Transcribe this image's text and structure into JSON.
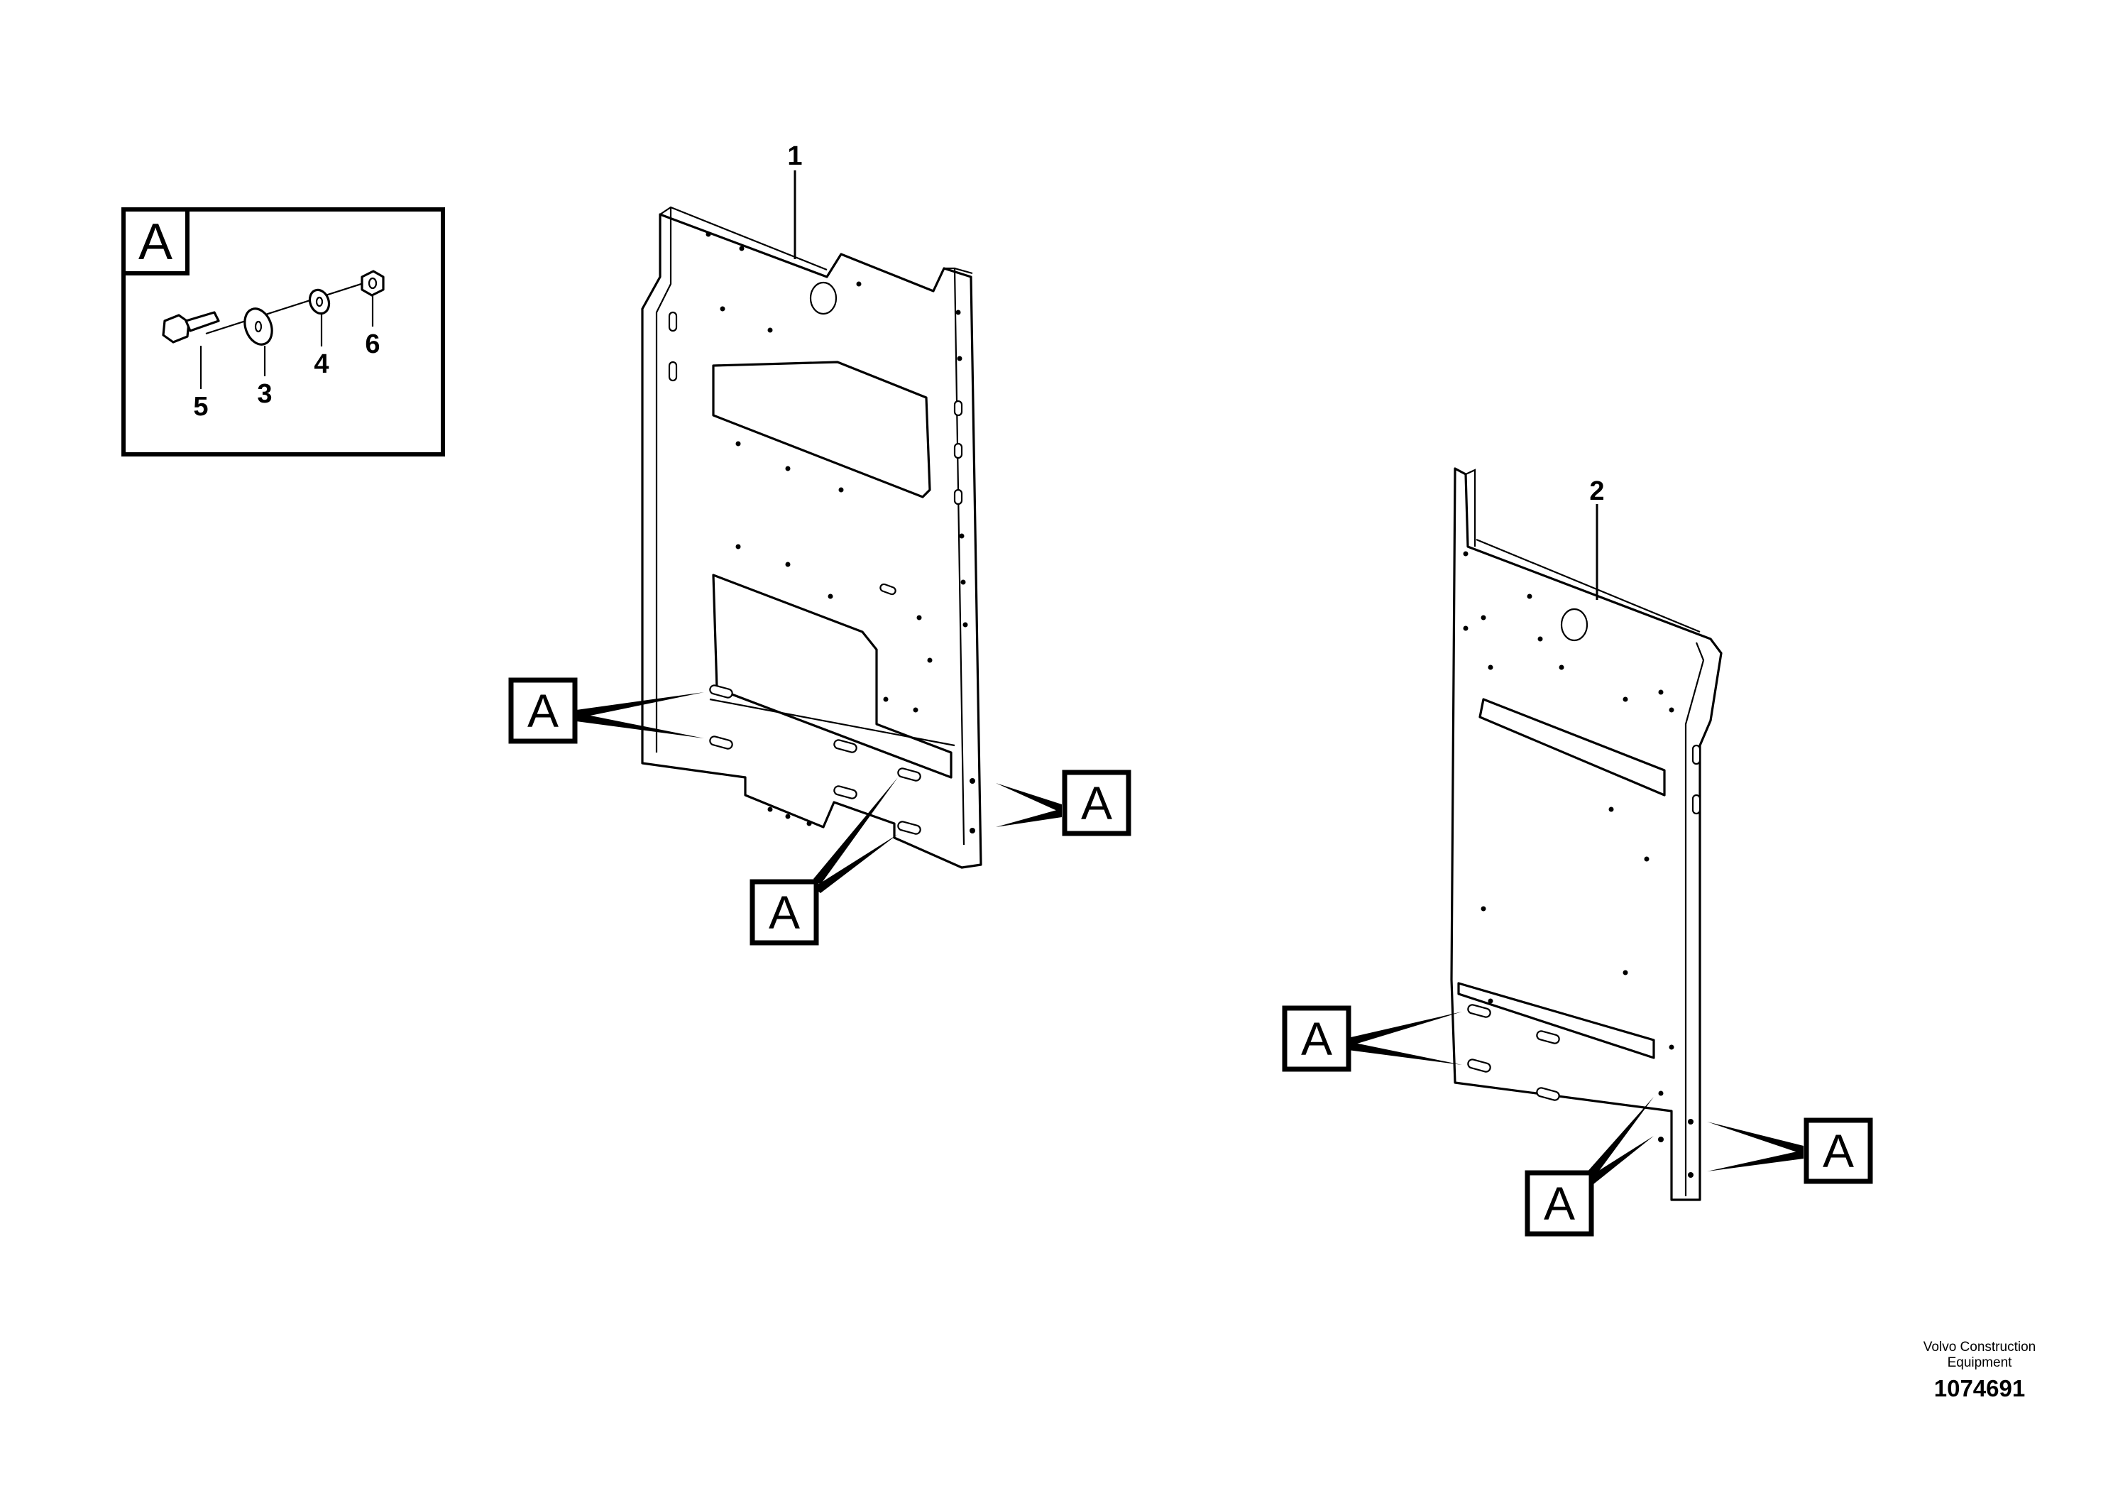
{
  "inset": {
    "label": "A",
    "part_labels": [
      "5",
      "3",
      "4",
      "6"
    ]
  },
  "part_labels": {
    "panel_1": "1",
    "panel_2": "2"
  },
  "callout_label": "A",
  "footer": {
    "brand_line1": "Volvo Construction",
    "brand_line2": "Equipment",
    "doc_number": "1074691"
  }
}
